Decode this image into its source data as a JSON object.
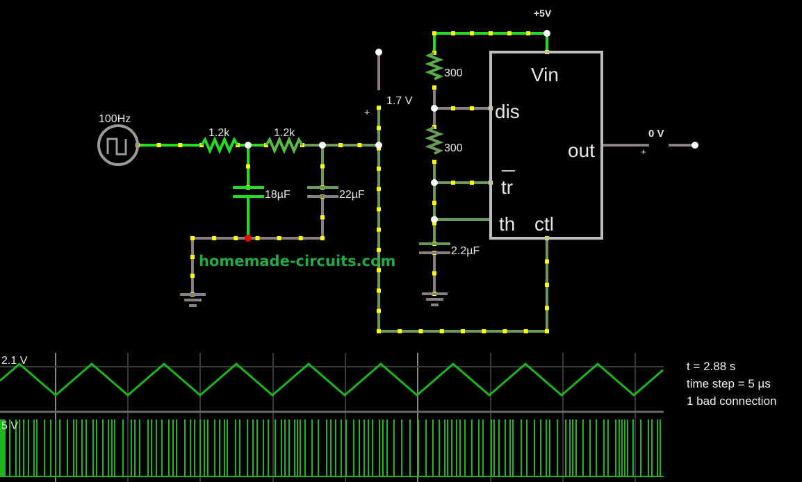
{
  "circuit": {
    "source_label": "100Hz",
    "r1_label": "1.2k",
    "r2_label": "1.2k",
    "c1_label": "18µF",
    "c2_label": "22µF",
    "voltmeter_label": "1.7 V",
    "voltmeter_plus": "+",
    "supply_label": "+5V",
    "ra_label": "300",
    "rb_label": "300",
    "ct_label": "2.2µF",
    "output_label": "0 V",
    "output_plus": "+",
    "watermark": "homemade-circuits.com",
    "ic_pins": {
      "vin": "Vin",
      "dis": "dis",
      "out": "out",
      "tr": "tr",
      "th": "th",
      "ctl": "ctl"
    }
  },
  "colors": {
    "background": "#000000",
    "wire_active": "#22dd22",
    "wire_mid": "#6a9a5a",
    "wire_low": "#8a7f7f",
    "current_dot": "#ffff00",
    "node": "#ffffff",
    "bad_node": "#ff0000",
    "scope_trace": "#1fb51f",
    "grid": "#555555",
    "watermark": "#22aa44"
  },
  "scope": {
    "upper_label": "2.1 V",
    "lower_label": "5 V"
  },
  "status": {
    "time": "t = 2.88 s",
    "time_step": "time step = 5 µs",
    "warning": "1 bad connection"
  },
  "chart_data": [
    {
      "type": "line",
      "title": "",
      "ylabel": "2.1 V",
      "description": "Triangle wave (capacitor voltage)",
      "peaks_visible": 9,
      "troughs_visible": 9,
      "ymax_label": "2.1 V"
    },
    {
      "type": "bar",
      "title": "",
      "ylabel": "5 V",
      "description": "Dense 0–5 V square pulse train (555 output)",
      "high_level": 5,
      "low_level": 0
    }
  ]
}
